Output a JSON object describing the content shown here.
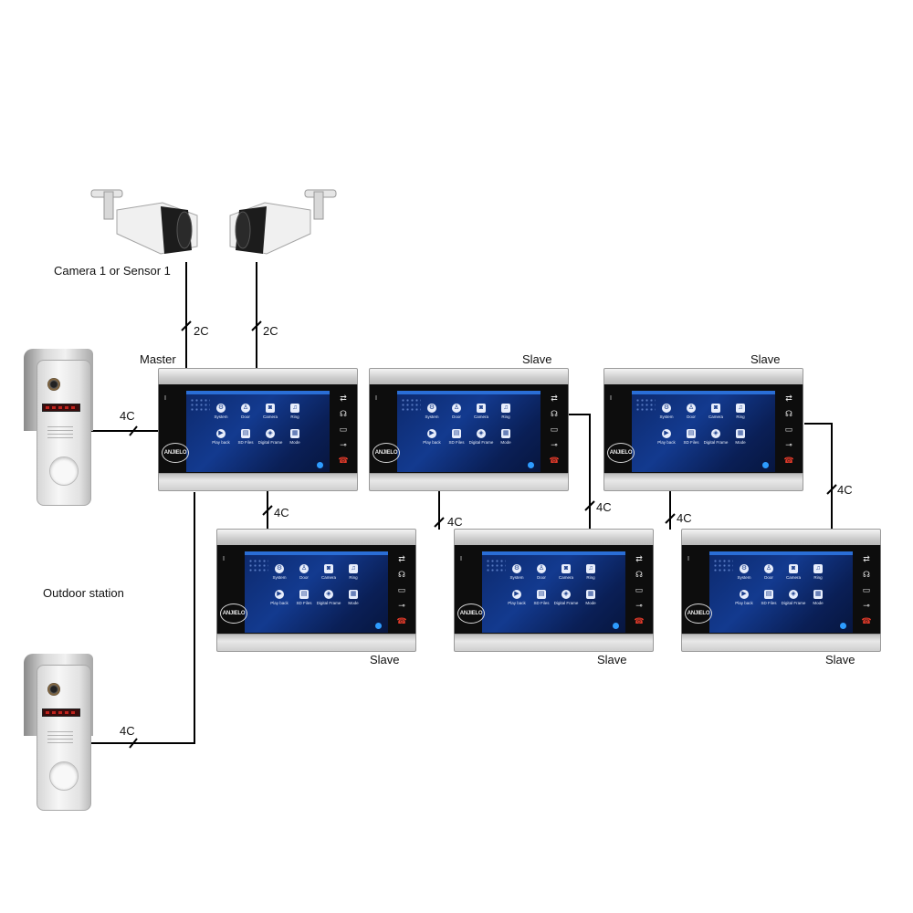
{
  "labels": {
    "camera": "Camera 1 or Sensor 1",
    "master": "Master",
    "outdoor": "Outdoor station",
    "slave": "Slave"
  },
  "wires": {
    "two_core": "2C",
    "four_core": "4C"
  },
  "screen_apps": {
    "row1": [
      "System",
      "Door",
      "Camera",
      "Ring"
    ],
    "row2": [
      "Play back",
      "SD Files",
      "Digital Frame",
      "Mode"
    ]
  },
  "logo_text": "ANJIELO",
  "icons": {
    "cameras": [
      "bullet-camera-icon",
      "bullet-camera-icon"
    ],
    "monitor_side": [
      "switch-icon",
      "intercom-icon",
      "monitor-icon",
      "unlock-icon",
      "hangup-icon"
    ],
    "apps": [
      "gear-icon",
      "bell-icon",
      "camera-icon",
      "music-icon",
      "play-icon",
      "sd-card-icon",
      "frame-icon",
      "grid-icon"
    ]
  },
  "colors": {
    "screen": "#133a8f",
    "screen_bar": "#2a6ed6",
    "wire": "#000000",
    "hangup": "#e13a2a"
  }
}
